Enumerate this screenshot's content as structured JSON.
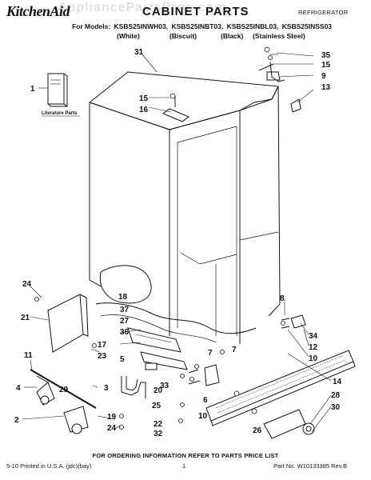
{
  "header": {
    "brand": "KitchenAid",
    "title": "CABINET PARTS",
    "appliance": "REFRIGERATOR",
    "watermark": "AppliancePartsPros.com",
    "models_prefix": "For Models:",
    "models": [
      "KSBS25INWH03,",
      "KSBS25INBT03,",
      "KSBS25INBL03,",
      "KSBS25INSS03"
    ],
    "finishes": [
      "(White)",
      "(Biscuit)",
      "(Black)",
      "(Stainless Steel)"
    ]
  },
  "literature_label": "Literature Parts",
  "callouts": [
    "1",
    "2",
    "3",
    "4",
    "5",
    "6",
    "7",
    "7",
    "8",
    "9",
    "10",
    "10",
    "11",
    "12",
    "13",
    "14",
    "15",
    "15",
    "16",
    "17",
    "18",
    "19",
    "20",
    "21",
    "22",
    "23",
    "24",
    "24",
    "25",
    "26",
    "27",
    "28",
    "29",
    "30",
    "31",
    "32",
    "33",
    "34",
    "35",
    "36",
    "37"
  ],
  "footer": {
    "ordering": "FOR ORDERING INFORMATION REFER TO PARTS PRICE LIST",
    "left": "5-10 Printed in U.S.A. (jdc)(bay)",
    "page": "1",
    "part_no": "Part No. W10133385 Rev.B"
  }
}
